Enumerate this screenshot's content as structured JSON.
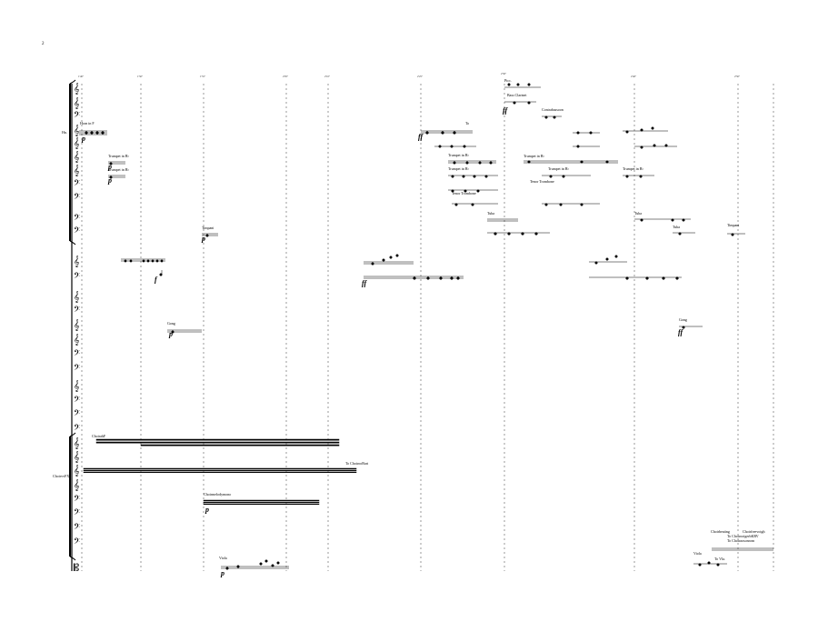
{
  "page": {
    "number": "2"
  },
  "instrument_labels": {
    "horns": "Hn.",
    "choir": "ChoirvvFX"
  },
  "time_marks": [
    "1'40\"",
    "1'50\"",
    "1'55\"",
    "2'05\"",
    "2'10\"",
    "2'25\"",
    "2'30\"",
    "2'40\"",
    "2'50\""
  ],
  "cues": {
    "horn": "Horn in F",
    "trumpet1": "Trumpet in B♭",
    "trumpet2": "Trumpet in B♭",
    "timpani1": "Timpani",
    "gong1": "Gong",
    "choir_f": "ChoirahF",
    "to_choir": "To ChoirooBart",
    "choir_melody": "Choirmelodymono",
    "viola": "Viola",
    "to_tpt": "To",
    "trumpet3": "Trumpet in B♭",
    "trumpet4": "Trumpet in B♭",
    "tenor_trb1": "Tenor Trombone",
    "tuba1": "Tuba",
    "picc": "Picc.",
    "bass_clar": "Bass Clarinet",
    "contrabassoon": "Contrabassoon",
    "trumpet5": "Trumpet in B♭",
    "trumpet6": "Trumpet in B♭",
    "tenor_trb2": "Tenor Trombone",
    "trumpet7": "Trumpet in B♭",
    "tuba2": "Tuba",
    "tuba3": "Tuba",
    "timpani2": "Timpani",
    "gong2": "Gong",
    "choir_beating": "Choirbeating",
    "choir_freely": "Choirfreevoigh",
    "to_choir2": "To ChoirooigerbKRV",
    "to_choir3": "To Choiraosonrom",
    "viola2": "Viola",
    "to_vla": "To Vla."
  },
  "dynamics": {
    "horn": "p",
    "tpt1": "p",
    "tpt2": "p",
    "timp": "p",
    "gong": "p",
    "perc": "f",
    "choir_mel": "p",
    "viola": "p",
    "brass1": "ff",
    "brass2": "ff",
    "piano": "ff",
    "gong2": "ff"
  },
  "colors": {
    "ink": "#000000",
    "barline": "#000000",
    "dash": "#555555"
  }
}
